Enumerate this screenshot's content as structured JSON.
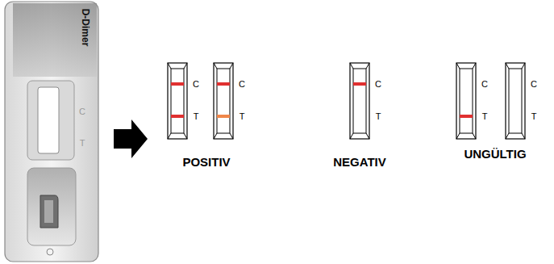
{
  "diagram": {
    "labels": [
      "D-Dimer",
      "C",
      "T",
      "C",
      "T",
      "C",
      "T",
      "C",
      "T",
      "C",
      "T",
      "C",
      "T",
      "POSITIV",
      "NEGATIV",
      "UNGÜLTIG"
    ]
  }
}
